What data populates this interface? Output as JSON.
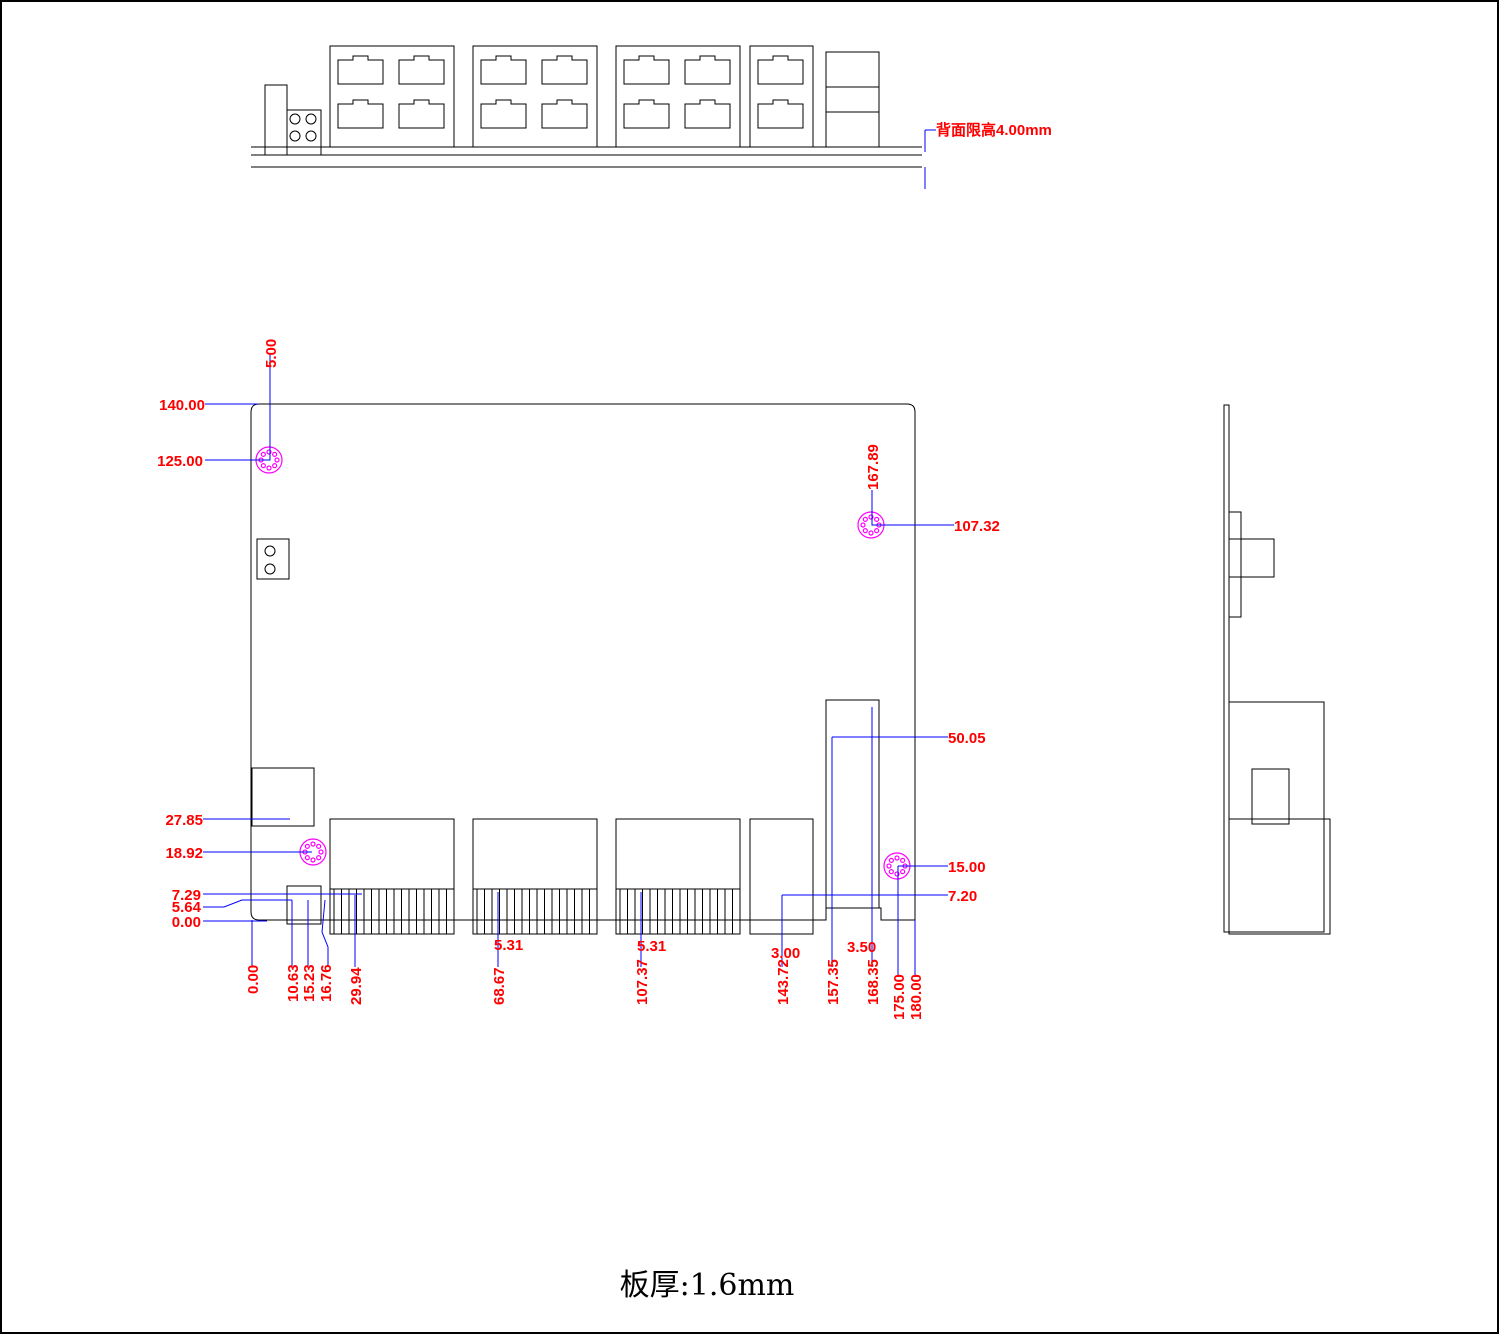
{
  "top_view": {
    "height_note": "背面限高4.00mm"
  },
  "dims_left": [
    "140.00",
    "125.00",
    "27.85",
    "18.92",
    "7.29",
    "5.64",
    "0.00"
  ],
  "dims_right": [
    "107.32",
    "50.05",
    "15.00",
    "7.20"
  ],
  "dims_vertical_top": [
    "5.00",
    "167.89"
  ],
  "dims_bottom": [
    "0.00",
    "10.63",
    "15.23",
    "16.76",
    "29.94",
    "68.67",
    "107.37",
    "143.72",
    "157.35",
    "168.35",
    "175.00",
    "180.00"
  ],
  "dims_spacing": [
    "5.31",
    "5.31",
    "3.00",
    "3.50"
  ],
  "footer": {
    "board_thickness": "板厚:1.6mm"
  },
  "colors": {
    "dimension": "#ff0000",
    "leader": "#0000ff",
    "mount_hole": "#ff00ff"
  }
}
